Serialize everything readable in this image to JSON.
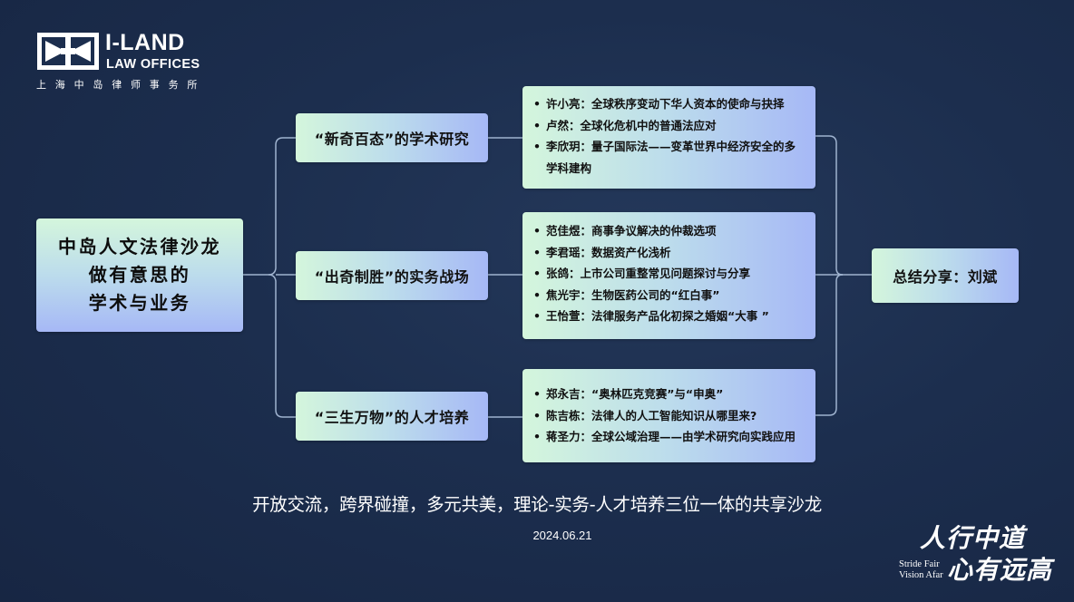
{
  "logo": {
    "name": "I-LAND",
    "subtitle": "LAW OFFICES",
    "chinese": "上海中岛律师事务所"
  },
  "mindmap": {
    "root": {
      "lines": [
        "中岛人文法律沙龙",
        "做有意思的",
        "学术与业务"
      ]
    },
    "branches": [
      {
        "label": "“新奇百态”的学术研究",
        "items": [
          "许小亮：全球秩序变动下华人资本的使命与抉择",
          "卢然：全球化危机中的普通法应对",
          "李欣玥：量子国际法——变革世界中经济安全的多学科建构"
        ]
      },
      {
        "label": "“出奇制胜”的实务战场",
        "items": [
          "范佳煜：商事争议解决的仲裁选项",
          "李君瑶：数据资产化浅析",
          "张鸽：上市公司重整常见问题探讨与分享",
          "焦光宇：生物医药公司的“红白事”",
          "王怡萱：法律服务产品化初探之婚姻“大事 ”"
        ]
      },
      {
        "label": "“三生万物”的人才培养",
        "items": [
          "郑永吉：“奥林匹克竞赛”与“申奥”",
          "陈吉栋：法律人的人工智能知识从哪里来?",
          "蒋圣力：全球公域治理——由学术研究向实践应用"
        ]
      }
    ],
    "summary": "总结分享：刘斌",
    "bullet": "•"
  },
  "footer": {
    "tagline": "开放交流，跨界碰撞，多元共美，理论-实务-人才培养三位一体的共享沙龙",
    "date": "2024.06.21"
  },
  "motto": {
    "cn_line1": "人行中道",
    "cn_line2": "心有远高",
    "en_line1": "Stride Fair",
    "en_line2": "Vision Afar"
  },
  "colors": {
    "background": "#1c2e4e",
    "box_gradient_start": "#d4f6dc",
    "box_gradient_end": "#a6b8f6",
    "connector": "#9fb3cf",
    "text_light": "#ffffff"
  }
}
